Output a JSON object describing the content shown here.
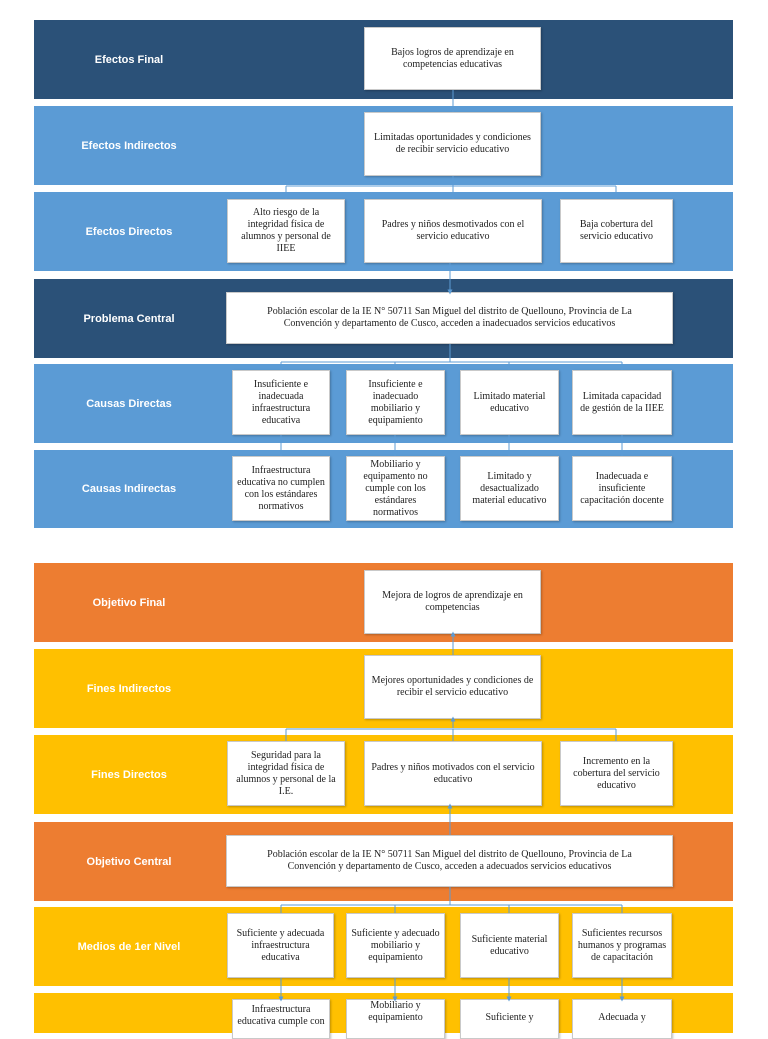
{
  "colors": {
    "dark_blue": "#2b5178",
    "light_blue": "#5b9bd5",
    "orange": "#ed7d31",
    "yellow": "#ffc000",
    "connector": "#5b9bd5"
  },
  "problem_tree": {
    "efectos_final": {
      "label": "Efectos Final",
      "boxes": [
        "Bajos logros de aprendizaje en competencias educativas"
      ]
    },
    "efectos_indirectos": {
      "label": "Efectos Indirectos",
      "boxes": [
        "Limitadas oportunidades y condiciones de recibir servicio educativo"
      ]
    },
    "efectos_directos": {
      "label": "Efectos Directos",
      "boxes": [
        "Alto riesgo de la integridad física de alumnos y personal de IIEE",
        "Padres y niños desmotivados con el servicio educativo",
        "Baja cobertura del servicio educativo"
      ]
    },
    "problema_central": {
      "label": "Problema Central",
      "boxes": [
        "Población escolar de la IE N° 50711 San Miguel del distrito de Quellouno, Provincia de La Convención y departamento de Cusco, acceden a inadecuados servicios educativos"
      ]
    },
    "causas_directas": {
      "label": "Causas Directas",
      "boxes": [
        "Insuficiente e inadecuada infraestructura educativa",
        "Insuficiente e inadecuado mobiliario y equipamiento",
        "Limitado material educativo",
        "Limitada capacidad de gestión de la IIEE"
      ]
    },
    "causas_indirectas": {
      "label": "Causas Indirectas",
      "boxes": [
        "Infraestructura educativa no cumplen con los estándares normativos",
        "Mobiliario y equipamento no cumple con los estándares normativos",
        "Limitado y desactualizado material educativo",
        "Inadecuada e insuficiente capacitación docente"
      ]
    }
  },
  "objective_tree": {
    "objetivo_final": {
      "label": "Objetivo Final",
      "boxes": [
        "Mejora de logros de aprendizaje en competencias"
      ]
    },
    "fines_indirectos": {
      "label": "Fines Indirectos",
      "boxes": [
        "Mejores oportunidades y condiciones de recibir el servicio educativo"
      ]
    },
    "fines_directos": {
      "label": "Fines Directos",
      "boxes": [
        "Seguridad para la integridad física de alumnos y personal de la I.E.",
        "Padres y niños motivados con el servicio educativo",
        "Incremento en la cobertura del servicio educativo"
      ]
    },
    "objetivo_central": {
      "label": "Objetivo Central",
      "boxes": [
        "Población escolar de la IE N° 50711 San Miguel del distrito de Quellouno, Provincia de La Convención y departamento de Cusco, acceden a adecuados servicios educativos"
      ]
    },
    "medios_1er_nivel": {
      "label": "Medios de 1er Nivel",
      "boxes": [
        "Suficiente y adecuada infraestructura educativa",
        "Suficiente y adecuado mobiliario y equipamiento",
        "Suficiente material educativo",
        "Suficientes recursos humanos y programas de capacitación"
      ]
    },
    "medios_2do_nivel": {
      "boxes": [
        "Infraestructura educativa cumple con",
        "Mobiliario y equipamiento",
        "Suficiente y",
        "Adecuada y"
      ]
    }
  }
}
